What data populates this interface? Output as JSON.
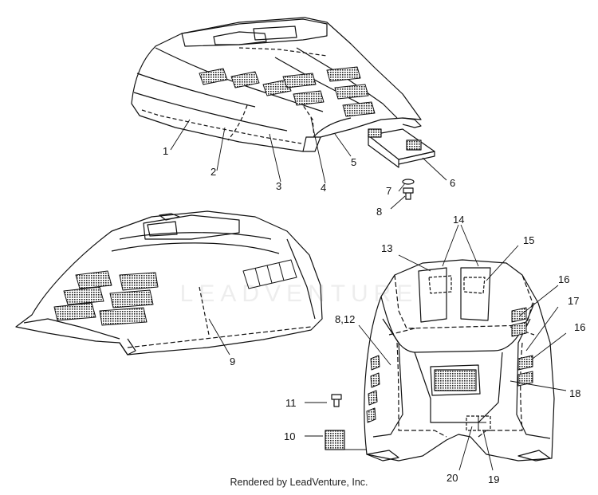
{
  "watermark": {
    "text": "LEADVENTURE"
  },
  "footer": {
    "credit": "Rendered by LeadVenture, Inc."
  },
  "callouts": {
    "c1": "1",
    "c2": "2",
    "c3": "3",
    "c4": "4",
    "c5": "5",
    "c6": "6",
    "c7": "7",
    "c8": "8",
    "c9": "9",
    "c10": "10",
    "c11": "11",
    "c812": "8,12",
    "c13": "13",
    "c14": "14",
    "c15": "15",
    "c16a": "16",
    "c16b": "16",
    "c17": "17",
    "c18": "18",
    "c19": "19",
    "c20": "20"
  }
}
